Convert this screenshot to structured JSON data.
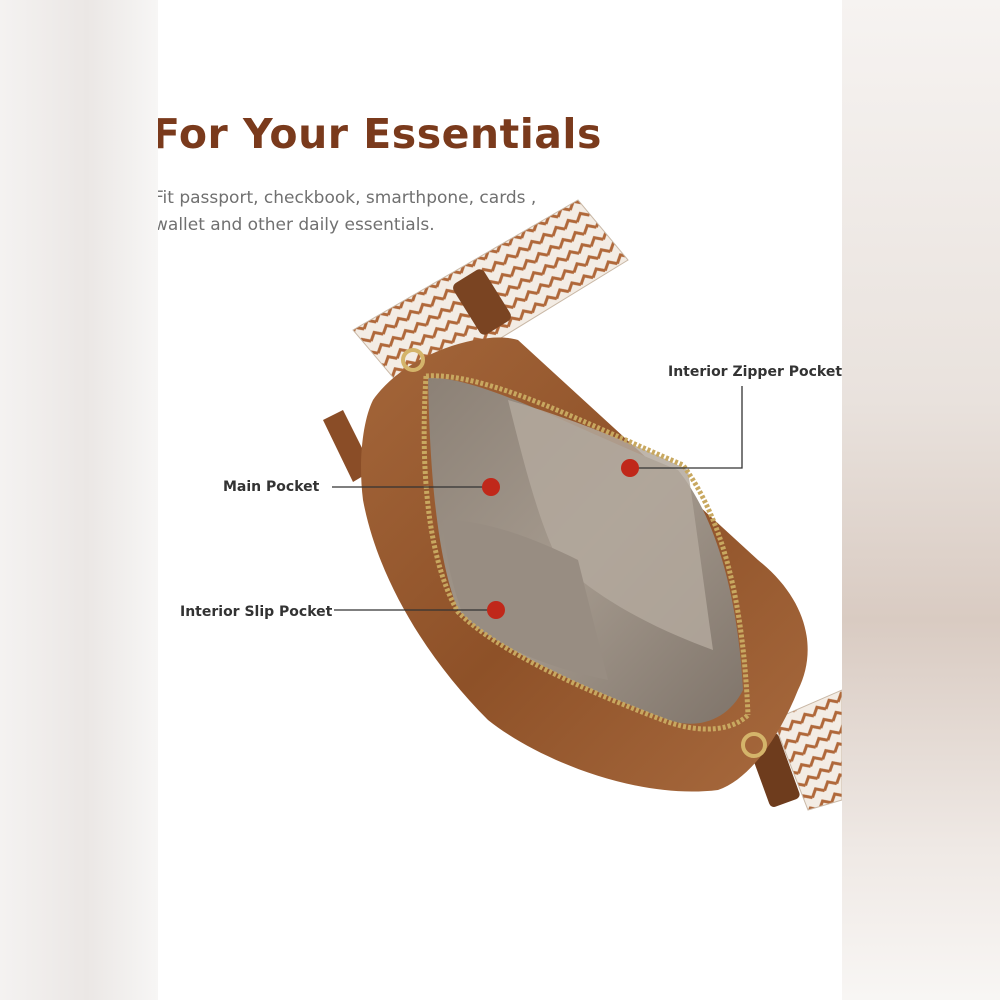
{
  "headline": "For Your Essentials",
  "description_line1": "Fit passport, checkbook, smarthpone, cards ,",
  "description_line2": "wallet and other daily essentials.",
  "callouts": {
    "interior_zipper_pocket": "Interior Zipper Pocket",
    "main_pocket": "Main Pocket",
    "interior_slip_pocket": "Interior Slip Pocket"
  },
  "colors": {
    "headline": "#7a3a1c",
    "leather": "#9c5a2e",
    "lining": "#9a8f84",
    "marker": "#c0281a"
  }
}
